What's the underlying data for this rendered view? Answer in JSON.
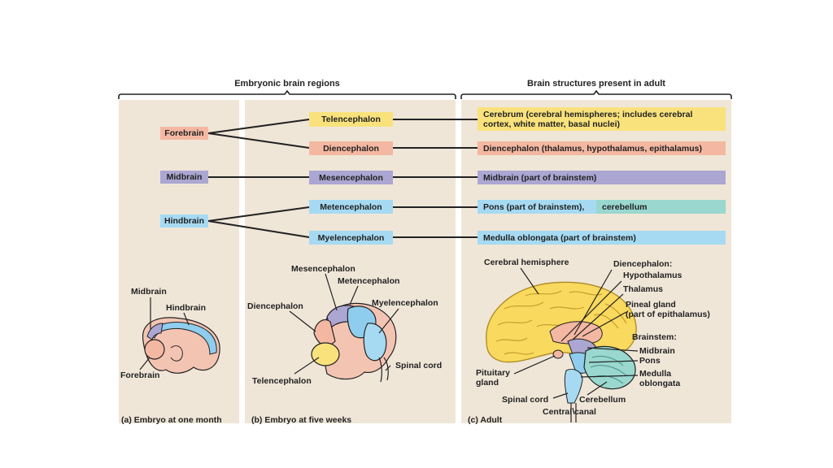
{
  "headers": {
    "embryonic": "Embryonic brain regions",
    "adult": "Brain structures present in adult"
  },
  "colors": {
    "panel": "#efe6d8",
    "yellow": "#f9e27c",
    "salmon": "#f4b8a2",
    "purple": "#aba6d2",
    "blue": "#a6daf2",
    "teal": "#99d7cf",
    "line": "#222222"
  },
  "primary": {
    "forebrain": "Forebrain",
    "midbrain": "Midbrain",
    "hindbrain": "Hindbrain"
  },
  "secondary": {
    "telencephalon": "Telencephalon",
    "diencephalon": "Diencephalon",
    "mesencephalon": "Mesencephalon",
    "metencephalon": "Metencephalon",
    "myelencephalon": "Myelencephalon"
  },
  "adult_structures": {
    "cerebrum": "Cerebrum (cerebral hemispheres; includes cerebral cortex, white matter, basal nuclei)",
    "diencephalon": "Diencephalon (thalamus, hypothalamus, epithalamus)",
    "midbrain": "Midbrain (part of brainstem)",
    "pons": "Pons (part of brainstem),",
    "cerebellum": "cerebellum",
    "medulla": "Medulla oblongata (part of brainstem)"
  },
  "panel_a": {
    "caption": "(a) Embryo at one month",
    "midbrain": "Midbrain",
    "hindbrain": "Hindbrain",
    "forebrain": "Forebrain"
  },
  "panel_b": {
    "caption": "(b) Embryo at five weeks",
    "mesencephalon": "Mesencephalon",
    "metencephalon": "Metencephalon",
    "diencephalon": "Diencephalon",
    "myelencephalon": "Myelencephalon",
    "spinal_cord": "Spinal cord",
    "telencephalon": "Telencephalon"
  },
  "panel_c": {
    "caption": "(c) Adult",
    "cerebral_hemisphere": "Cerebral hemisphere",
    "diencephalon_heading": "Diencephalon:",
    "hypothalamus": "Hypothalamus",
    "thalamus": "Thalamus",
    "pineal_1": "Pineal gland",
    "pineal_2": "(part of epithalamus)",
    "brainstem_heading": "Brainstem:",
    "midbrain": "Midbrain",
    "pons": "Pons",
    "medulla_1": "Medulla",
    "medulla_2": "oblongata",
    "pituitary_1": "Pituitary",
    "pituitary_2": "gland",
    "spinal_cord": "Spinal cord",
    "cerebellum": "Cerebellum",
    "central_canal": "Central canal"
  }
}
